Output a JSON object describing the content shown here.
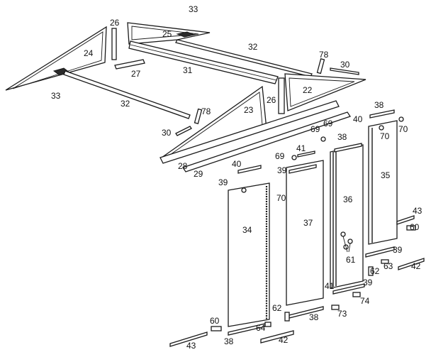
{
  "diagram": {
    "labels": {
      "p22": "22",
      "p23": "23",
      "p24": "24",
      "p25": "25",
      "p26a": "26",
      "p26b": "26",
      "p27": "27",
      "p28": "28",
      "p29": "29",
      "p30a": "30",
      "p30b": "30",
      "p31": "31",
      "p32a": "32",
      "p32b": "32",
      "p33a": "33",
      "p33b": "33",
      "p34": "34",
      "p35": "35",
      "p36": "36",
      "p37": "37",
      "p38a": "38",
      "p38b": "38",
      "p38c": "38",
      "p38d": "38",
      "p39a": "39",
      "p39b": "39",
      "p39c": "39",
      "p39d": "39",
      "p40a": "40",
      "p40b": "40",
      "p41a": "41",
      "p41b": "41",
      "p42a": "42",
      "p42b": "42",
      "p43a": "43",
      "p43b": "43",
      "p60a": "60",
      "p60b": "60",
      "p61": "61",
      "p62a": "62",
      "p62b": "62",
      "p63": "63",
      "p64": "64",
      "p69a": "69",
      "p69b": "69",
      "p69c": "69",
      "p70a": "70",
      "p70b": "70",
      "p70c": "70",
      "p73": "73",
      "p74": "74",
      "p78a": "78",
      "p78b": "78"
    }
  }
}
